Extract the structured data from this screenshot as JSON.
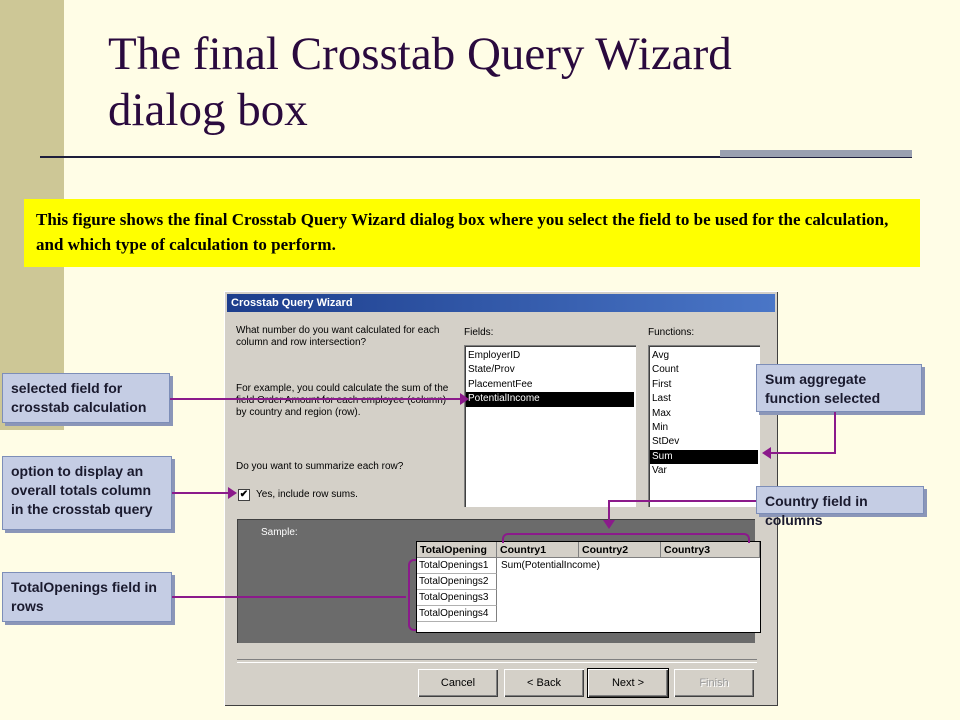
{
  "slide": {
    "title_line1": "The final Crosstab Query Wizard",
    "title_line2": "dialog box",
    "caption": "This figure shows the final Crosstab Query Wizard dialog box where you select the field to be used for the calculation, and which type of calculation to perform."
  },
  "dialog": {
    "title": "Crosstab Query Wizard",
    "question": "What number do you want calculated for each column and row intersection?",
    "example": "For example, you could calculate the sum of the field Order Amount for each employee (column)  by country and region (row).",
    "summarize_question": "Do you want to summarize each row?",
    "checkbox_mark": "✔",
    "checkbox_label": "Yes, include row sums.",
    "fields_label": "Fields:",
    "functions_label": "Functions:",
    "fields": [
      "EmployerID",
      "State/Prov",
      "PlacementFee",
      "PotentialIncome"
    ],
    "functions": [
      "Avg",
      "Count",
      "First",
      "Last",
      "Max",
      "Min",
      "StDev",
      "Sum",
      "Var"
    ],
    "sample_label": "Sample:",
    "grid_headers": [
      "TotalOpening",
      "Country1",
      "Country2",
      "Country3"
    ],
    "grid_rows": [
      "TotalOpenings1",
      "TotalOpenings2",
      "TotalOpenings3",
      "TotalOpenings4"
    ],
    "grid_cell": "Sum(PotentialIncome)",
    "buttons": {
      "cancel": "Cancel",
      "back": "< Back",
      "next": "Next >",
      "finish": "Finish"
    }
  },
  "callouts": {
    "selected_field": "selected field for crosstab calculation",
    "totals_column": "option to display an overall totals column in the crosstab query",
    "row_field": "TotalOpenings field in rows",
    "sum_function": "Sum aggregate function selected",
    "country_field": "Country field in columns"
  }
}
